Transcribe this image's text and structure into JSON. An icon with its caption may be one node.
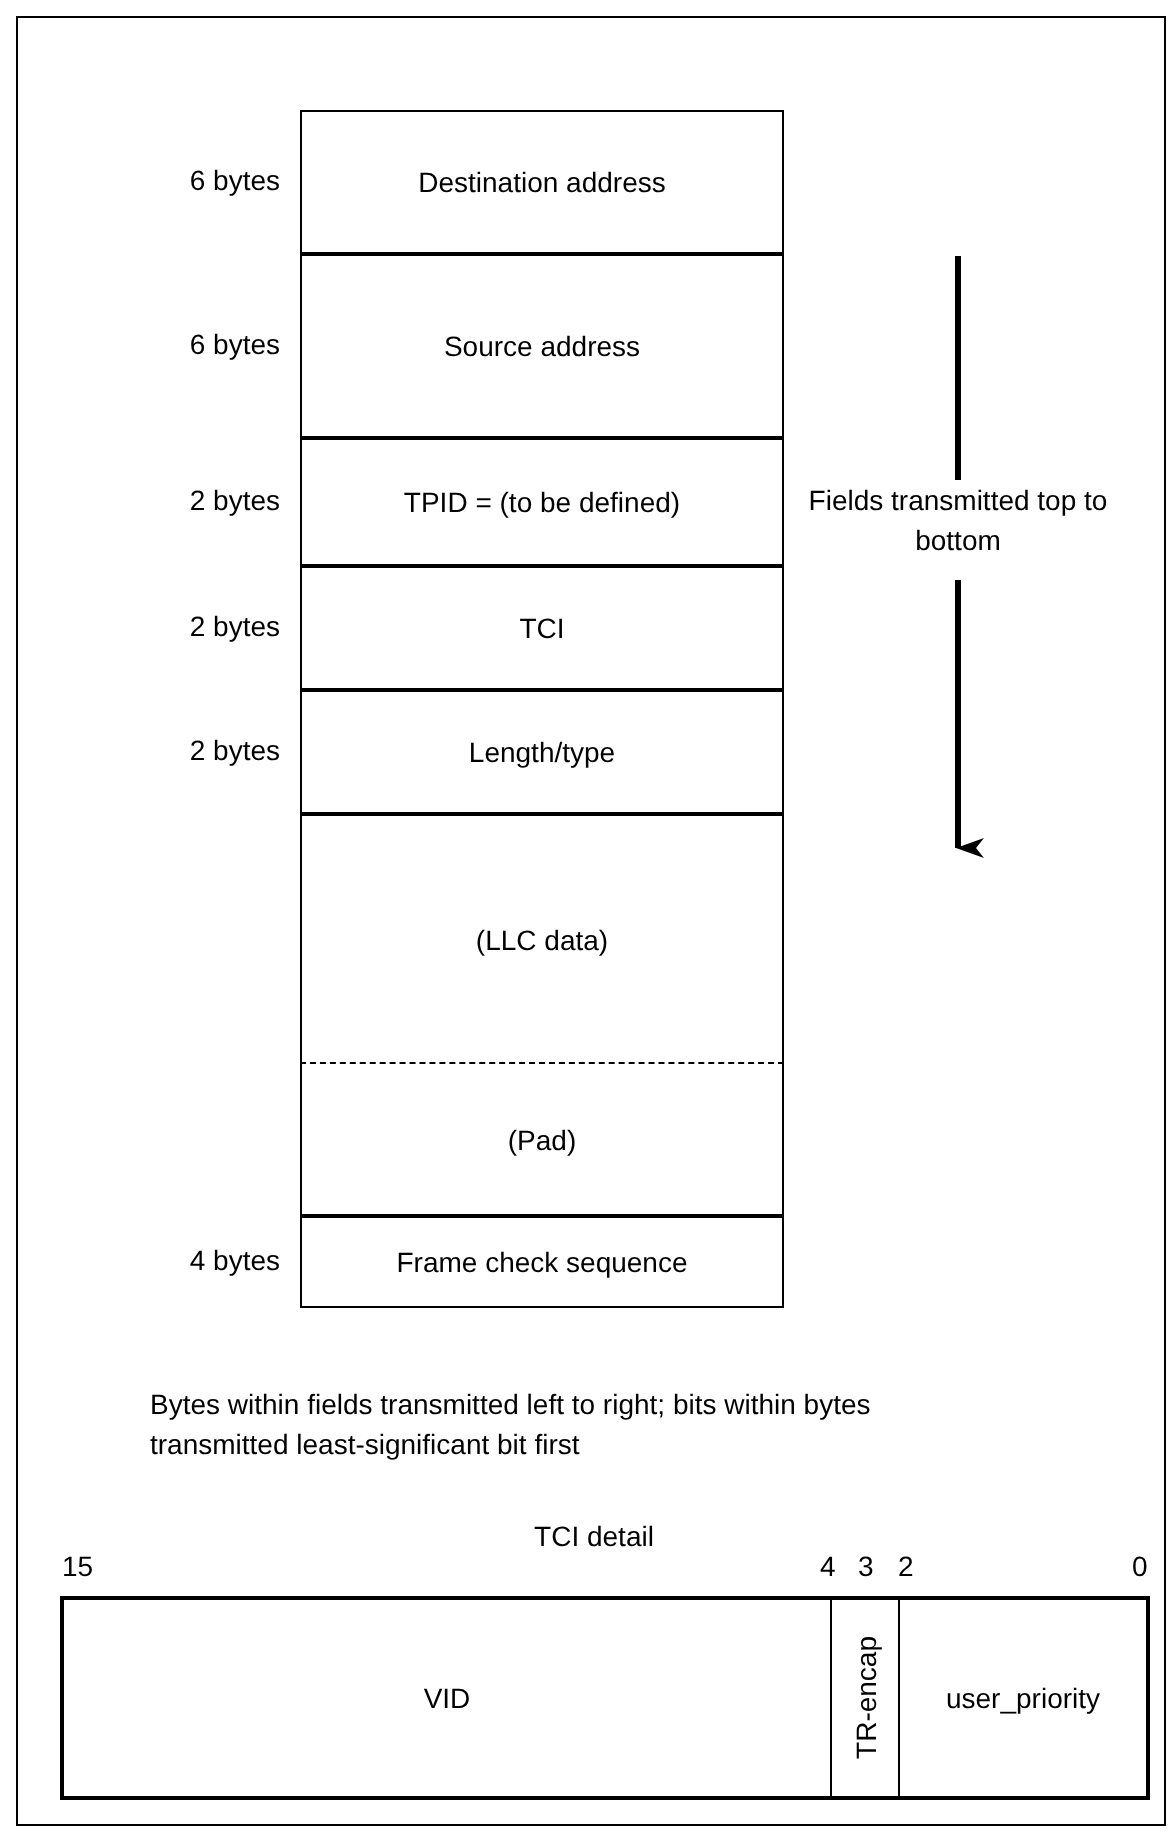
{
  "diagram": {
    "nodes": [
      {
        "text": [
          "Destination address"
        ],
        "beside": [
          "6 bytes"
        ]
      },
      {
        "text": [
          "Source address"
        ],
        "beside": [
          "6 bytes"
        ]
      },
      {
        "text": [
          "TPID = (to be defined)"
        ],
        "beside": [
          "2 bytes"
        ]
      },
      {
        "text": [
          "TCI"
        ],
        "beside": [
          "2 bytes"
        ]
      },
      {
        "text": [
          "Length/type"
        ],
        "beside": [
          "2 bytes"
        ]
      },
      {
        "text": [
          "(LLC data)"
        ]
      },
      {
        "text": [
          "(Pad)"
        ]
      },
      {
        "text": [
          "Frame check sequence"
        ],
        "beside": [
          "4 bytes"
        ]
      },
      {
        "text": [
          "VID"
        ]
      },
      {
        "text": [
          "TR-encap"
        ]
      },
      {
        "text": [
          "user_priority"
        ]
      }
    ],
    "labels": [
      "Fields transmitted top to bottom",
      "Bytes within fields transmitted left to right; bits within bytes transmitted least-significant bit first",
      "TCI detail",
      "15",
      "4",
      "3",
      "2",
      "0"
    ]
  }
}
